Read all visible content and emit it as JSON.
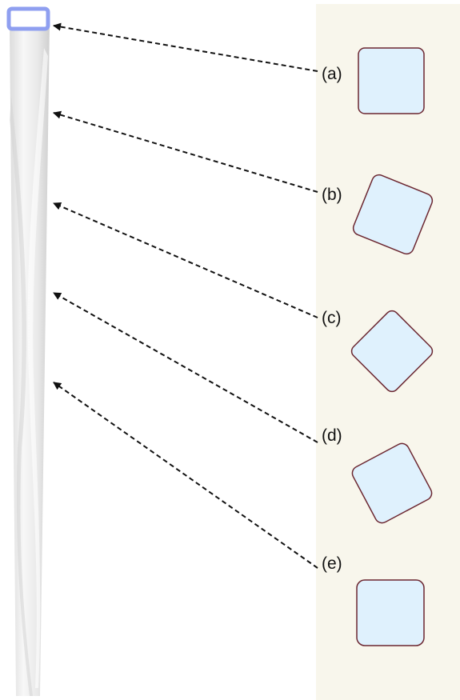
{
  "figure": {
    "panel_background": "#f8f6ec",
    "section_fill": "#dff1fd",
    "section_stroke": "#6b2630",
    "column_top_stroke": "#8f9ff0",
    "arrow_color": "#111111",
    "sections": [
      {
        "label": "(a)",
        "rotation_deg": 0
      },
      {
        "label": "(b)",
        "rotation_deg": 22
      },
      {
        "label": "(c)",
        "rotation_deg": 45
      },
      {
        "label": "(d)",
        "rotation_deg": -28
      },
      {
        "label": "(e)",
        "rotation_deg": 0
      }
    ]
  }
}
